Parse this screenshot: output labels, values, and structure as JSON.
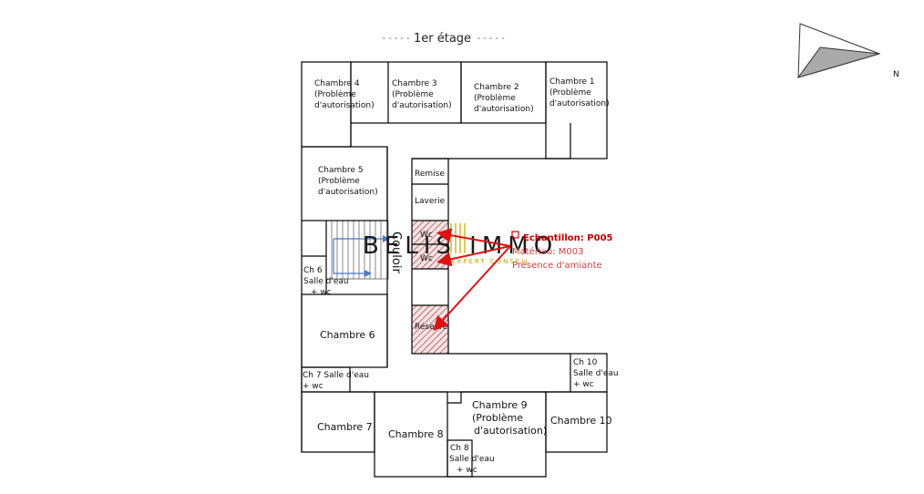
{
  "header": {
    "dashes_left": "-----",
    "title": "1er étage",
    "dashes_right": "-----"
  },
  "compass": {
    "north_label": "N"
  },
  "corridor_label": "Couloir",
  "watermark": {
    "brand": "BELIS  IMMO",
    "tagline": "EXPERT CONSEIL"
  },
  "rooms": {
    "chambre4": [
      "Chambre 4",
      "(Problème",
      "d'autorisation)"
    ],
    "chambre3": [
      "Chambre 3",
      "(Problème",
      "d'autorisation)"
    ],
    "chambre2": [
      "Chambre 2",
      "(Problème",
      "d'autorisation)"
    ],
    "chambre1": [
      "Chambre 1",
      "(Problème",
      "d'autorisation)"
    ],
    "chambre5": [
      "Chambre 5",
      "(Problème",
      "d'autorisation)"
    ],
    "remise": "Remise",
    "laverie": "Laverie",
    "wc1": "Wc",
    "wc2": "Wc",
    "reserve": "Réserve",
    "ch6_sde": [
      "Ch 6",
      "Salle d'eau",
      "+ wc"
    ],
    "chambre6": "Chambre 6",
    "ch7_sde": [
      "Ch 7 Salle d'eau",
      "+ wc"
    ],
    "ch10_sde": [
      "Ch 10",
      "Salle d'eau",
      "+ wc"
    ],
    "chambre7": "Chambre 7",
    "chambre8": "Chambre 8",
    "chambre9": [
      "Chambre 9",
      "(Problème",
      "d'autorisation)"
    ],
    "chambre10": "Chambre 10",
    "ch8_sde": [
      "Ch 8",
      "Salle d'eau",
      "+ wc"
    ]
  },
  "sample": {
    "title": "Echantillon: P005",
    "material": "Matériau: M003",
    "result": "Présence d'amiante",
    "color": "#d00000"
  },
  "colors": {
    "hatch": "#b03030",
    "arrow": "#dd1111",
    "stairs": "#4a78c0"
  }
}
